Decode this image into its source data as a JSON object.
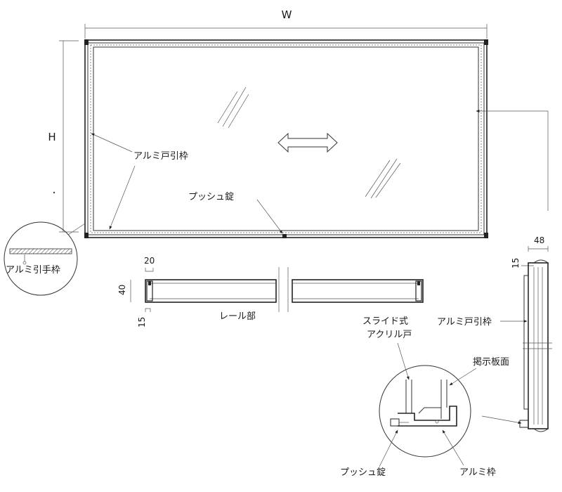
{
  "dimensions": {
    "width_label": "W",
    "height_label": "H",
    "rail_top": "20",
    "rail_height": "40",
    "rail_bottom": "15",
    "side_width": "48",
    "side_top": "15"
  },
  "labels": {
    "alu_door_frame": "アルミ戸引枠",
    "push_lock": "プッシュ錠",
    "alu_handle_frame": "アルミ引手枠",
    "rail_part": "レール部",
    "slide_acrylic_line1": "スライド式",
    "slide_acrylic_line2": "アクリル戸",
    "alu_door_frame_side": "アルミ戸引枠",
    "board_surface": "掲示板面",
    "push_lock_detail": "プッシュ錠",
    "alu_frame": "アルミ枠"
  },
  "colors": {
    "line": "#333333",
    "text": "#1a1a1a",
    "background": "#ffffff"
  }
}
